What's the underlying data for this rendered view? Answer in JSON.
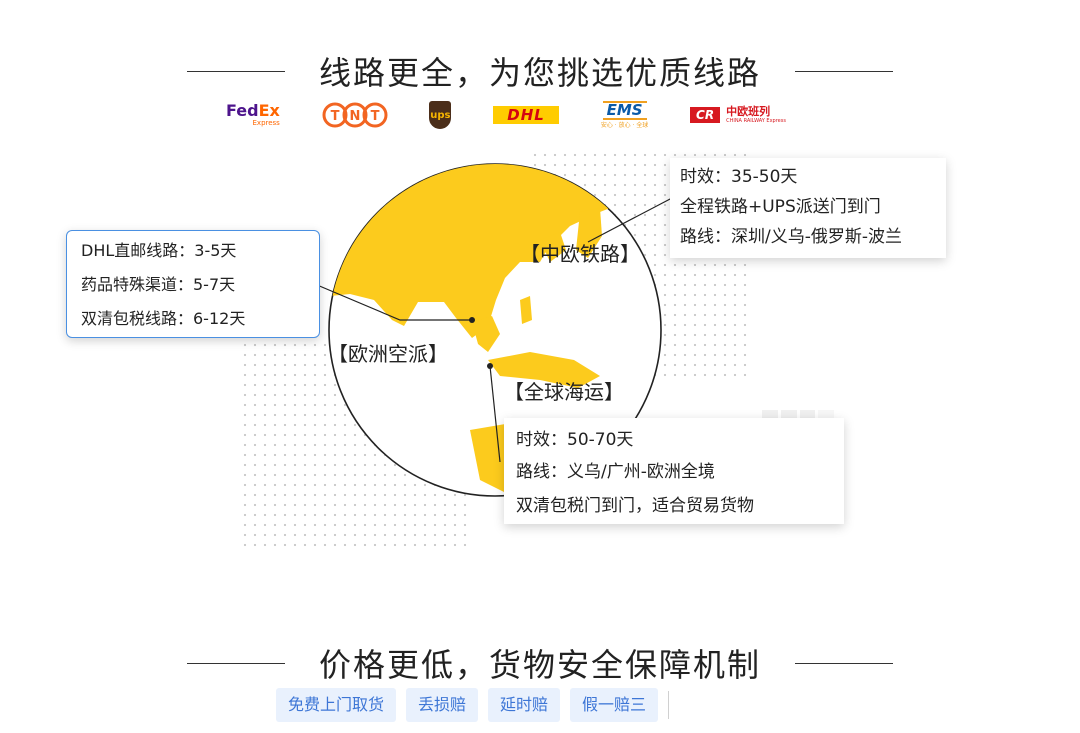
{
  "section1": {
    "title": "线路更全，为您挑选优质线路"
  },
  "logos": {
    "fedex": {
      "fed": "Fed",
      "ex": "Ex",
      "sub": "Express"
    },
    "tnt": "TNT",
    "ups": "ups",
    "dhl": "DHL",
    "ems": {
      "main": "EMS",
      "sub": "安心 · 放心 · 全球"
    },
    "cr": {
      "mark": "CR",
      "cn": "中欧班列",
      "en": "CHINA RAILWAY Express"
    }
  },
  "map_labels": {
    "rail": "【中欧铁路】",
    "air": "【欧洲空派】",
    "sea": "【全球海运】"
  },
  "card_rail": {
    "line1": "时效：35-50天",
    "line2": "全程铁路+UPS派送门到门",
    "line3": "路线：深圳/义乌-俄罗斯-波兰"
  },
  "card_air": {
    "line1": "DHL直邮线路：3-5天",
    "line2": "药品特殊渠道：5-7天",
    "line3": "双清包税线路：6-12天"
  },
  "card_sea": {
    "line1": "时效：50-70天",
    "line2": "路线：义乌/广州-欧洲全境",
    "line3": "双清包税门到门，适合贸易货物"
  },
  "section2": {
    "title": "价格更低，货物安全保障机制"
  },
  "tags": [
    "免费上门取货",
    "丢损赔",
    "延时赔",
    "假一赔三"
  ],
  "colors": {
    "map_yellow": "#fccb1d",
    "tag_bg": "#e9f1fd",
    "tag_text": "#3d76d6",
    "card_border": "#4a90e2"
  }
}
